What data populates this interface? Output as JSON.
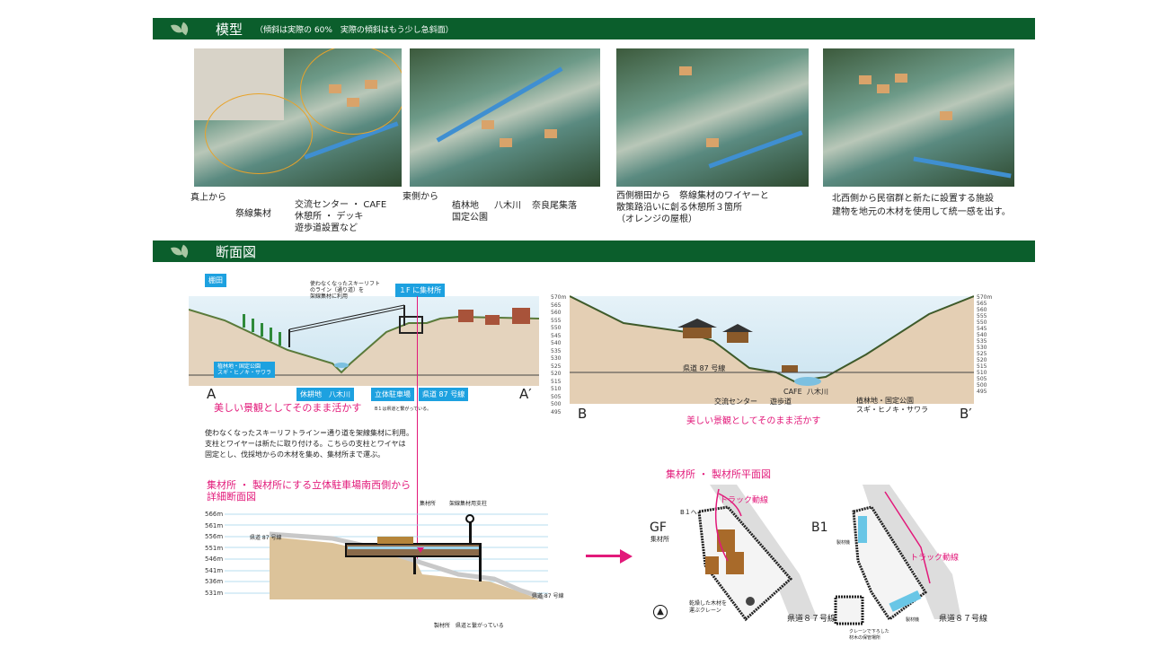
{
  "model_section": {
    "title": "模型",
    "subtitle": "（傾斜は実際の 60%　実際の傾斜はもう少し急斜面）",
    "photos": [
      {
        "captions": [
          "真上から",
          "祭線集材",
          "交流センター ・ CAFE",
          "休憩所 ・ デッキ",
          "遊歩道設置など"
        ]
      },
      {
        "captions": [
          "東側から",
          "植林地",
          "国定公園",
          "八木川",
          "奈良尾集落"
        ]
      },
      {
        "captions": [
          "西側棚田から　祭線集材のワイヤーと",
          "散策路沿いに創る休憩所３箇所",
          "（オレンジの屋根）"
        ]
      },
      {
        "captions": [
          "北西側から民宿群と新たに設置する施設",
          "建物を地元の木材を使用して統一感を出す。"
        ]
      }
    ]
  },
  "section_section": {
    "title": "断面図",
    "section_a": {
      "labels": {
        "tanada": "棚田",
        "lift": [
          "使わなくなったスキーリフト",
          "のライン（通り道）を",
          "架線集材に利用"
        ],
        "shuzai_1f": "１F に集材所",
        "forest": [
          "植林地・国定公園",
          "スギ・ヒノキ・サワラ"
        ],
        "fallow": "休耕地",
        "river": "八木川",
        "parking": "立体駐車場",
        "road": "県道 87 号線",
        "note": "B１は県道と繋がっている。",
        "start": "A",
        "end": "A′",
        "slogan": "美しい景観としてそのまま活かす"
      },
      "elevations": [
        "570m",
        "565",
        "560",
        "555",
        "550",
        "545",
        "540",
        "535",
        "530",
        "525",
        "520",
        "515",
        "510",
        "505",
        "500",
        "495"
      ]
    },
    "section_b": {
      "labels": {
        "road": "県道 87 号線",
        "center": "交流センター",
        "path": "遊歩道",
        "cafe": "CAFE",
        "river": "八木川",
        "forest": [
          "植林地・国定公園",
          "スギ・ヒノキ・サワラ"
        ],
        "start": "B",
        "end": "B′",
        "slogan": "美しい景観としてそのまま活かす"
      },
      "elevations": [
        "570m",
        "565",
        "560",
        "555",
        "550",
        "545",
        "540",
        "535",
        "530",
        "525",
        "520",
        "515",
        "510",
        "505",
        "500",
        "495"
      ]
    },
    "description": [
      "使わなくなったスキーリフトライン＝通り道を架線集材に利用。",
      "支柱とワイヤーは新たに取り付ける。こちらの支柱とワイヤは",
      "固定とし、伐採地からの木材を集め、集材所まで運ぶ。"
    ],
    "detail": {
      "title": [
        "集材所 ・ 製材所にする立体駐車場南西側から",
        "詳細断面図"
      ],
      "shuzai": "集材所",
      "pillar": "架線集材用支柱",
      "road_left": "県道 87 号線",
      "road_right": "県道 87 号線",
      "seizai": "製材所　県道と繋がっている",
      "elevations": [
        "566m",
        "561m",
        "556m",
        "551m",
        "546m",
        "541m",
        "536m",
        "531m"
      ]
    },
    "plan": {
      "title": "集材所 ・ 製材所平面図",
      "gf": "GF",
      "gf_sub": "集材所",
      "to_b1": "B１へ",
      "truck_gf": "トラック動線",
      "crane": [
        "乾燥した木材を",
        "運ぶクレーン"
      ],
      "road_gf": "県道８７号線",
      "b1": "B1",
      "seizai": "製材機",
      "seizai2": "製材機",
      "truck_b1": "トラック動線",
      "crane_b1": [
        "クレーンで下ろした",
        "材木の保管場所"
      ],
      "road_b1": "県道８７号線"
    }
  },
  "colors": {
    "banner": "#0b5e2c",
    "accent": "#e2197a",
    "label": "#1da1e0"
  }
}
